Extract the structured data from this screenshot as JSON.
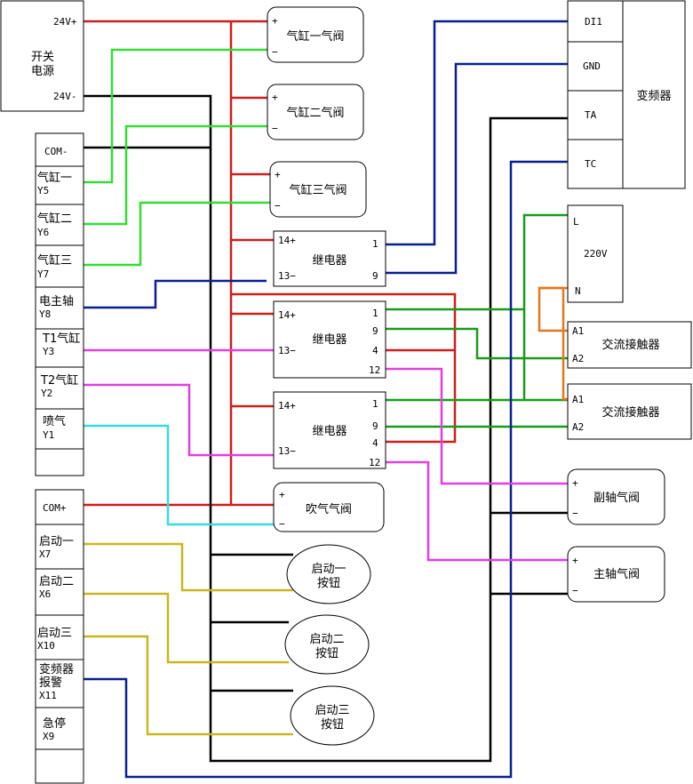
{
  "colors": {
    "red": "#cc1f1f",
    "black": "#000000",
    "green": "#33dd33",
    "dark_green": "#1a9a1a",
    "blue": "#0a1f8f",
    "magenta": "#e040e0",
    "cyan": "#33dddd",
    "olive": "#c8b820",
    "orange": "#e07820"
  },
  "power_supply": {
    "label_line1": "开关",
    "label_line2": "电源",
    "pin_pos": "24V+",
    "pin_neg": "24V-"
  },
  "plc_out": [
    {
      "line1": "COM-",
      "line2": ""
    },
    {
      "line1": "气缸一",
      "line2": "Y5"
    },
    {
      "line1": "气缸二",
      "line2": "Y6"
    },
    {
      "line1": "气缸三",
      "line2": "Y7"
    },
    {
      "line1": "电主轴",
      "line2": "Y8"
    },
    {
      "line1": "T1气缸",
      "line2": "Y3"
    },
    {
      "line1": "T2气缸",
      "line2": "Y2"
    },
    {
      "line1": "喷气",
      "line2": "Y1"
    },
    {
      "line1": "",
      "line2": ""
    }
  ],
  "plc_in": [
    {
      "line1": "COM+",
      "line2": ""
    },
    {
      "line1": "启动一",
      "line2": "X7"
    },
    {
      "line1": "启动二",
      "line2": "X6"
    },
    {
      "line1": "启动三",
      "line2": "X10"
    },
    {
      "line1": "变频器",
      "line2": "报警",
      "line3": "X11"
    },
    {
      "line1": "急停",
      "line2": "X9"
    },
    {
      "line1": "",
      "line2": ""
    }
  ],
  "valves": [
    {
      "label": "气缸一气阀",
      "plus": "+",
      "minus": "−"
    },
    {
      "label": "气缸二气阀",
      "plus": "+",
      "minus": "−"
    },
    {
      "label": "气缸三气阀",
      "plus": "+",
      "minus": "−"
    },
    {
      "label": "吹气气阀",
      "plus": "+",
      "minus": "−"
    }
  ],
  "relays": [
    {
      "label": "继电器",
      "pin_a": "14+",
      "pin_b": "13−",
      "right_pins": [
        "1",
        "9"
      ]
    },
    {
      "label": "继电器",
      "pin_a": "14+",
      "pin_b": "13−",
      "right_pins": [
        "1",
        "9",
        "4",
        "12"
      ]
    },
    {
      "label": "继电器",
      "pin_a": "14+",
      "pin_b": "13−",
      "right_pins": [
        "1",
        "9",
        "4",
        "12"
      ]
    }
  ],
  "buttons": [
    {
      "line1": "启动一",
      "line2": "按钮"
    },
    {
      "line1": "启动二",
      "line2": "按钮"
    },
    {
      "line1": "启动三",
      "line2": "按钮"
    }
  ],
  "vfd": {
    "label": "变频器",
    "pins": [
      "DI1",
      "GND",
      "TA",
      "TC"
    ]
  },
  "mains": {
    "pins": [
      "L",
      "N"
    ],
    "voltage": "220V"
  },
  "contactors": [
    {
      "label": "交流接触器",
      "pin_a": "A1",
      "pin_b": "A2"
    },
    {
      "label": "交流接触器",
      "pin_a": "A1",
      "pin_b": "A2"
    }
  ],
  "spindle_valves": [
    {
      "label": "副轴气阀",
      "plus": "+",
      "minus": "−"
    },
    {
      "label": "主轴气阀",
      "plus": "+",
      "minus": "−"
    }
  ]
}
